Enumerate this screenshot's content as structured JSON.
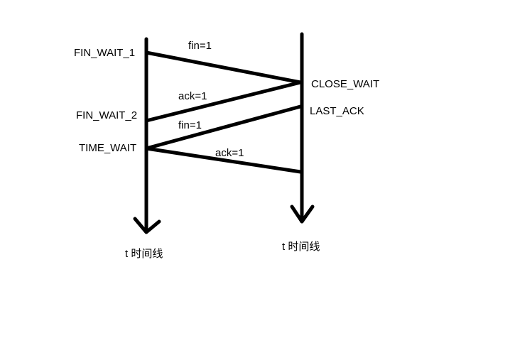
{
  "left_states": [
    "FIN_WAIT_1",
    "FIN_WAIT_2",
    "TIME_WAIT"
  ],
  "right_states": [
    "CLOSE_WAIT",
    "LAST_ACK"
  ],
  "messages": [
    "fin=1",
    "ack=1",
    "fin=1",
    "ack=1"
  ],
  "left_axis_label": "t 时间线",
  "right_axis_label": "t 时间线",
  "line_color": "#000000",
  "background_color": "#ffffff"
}
